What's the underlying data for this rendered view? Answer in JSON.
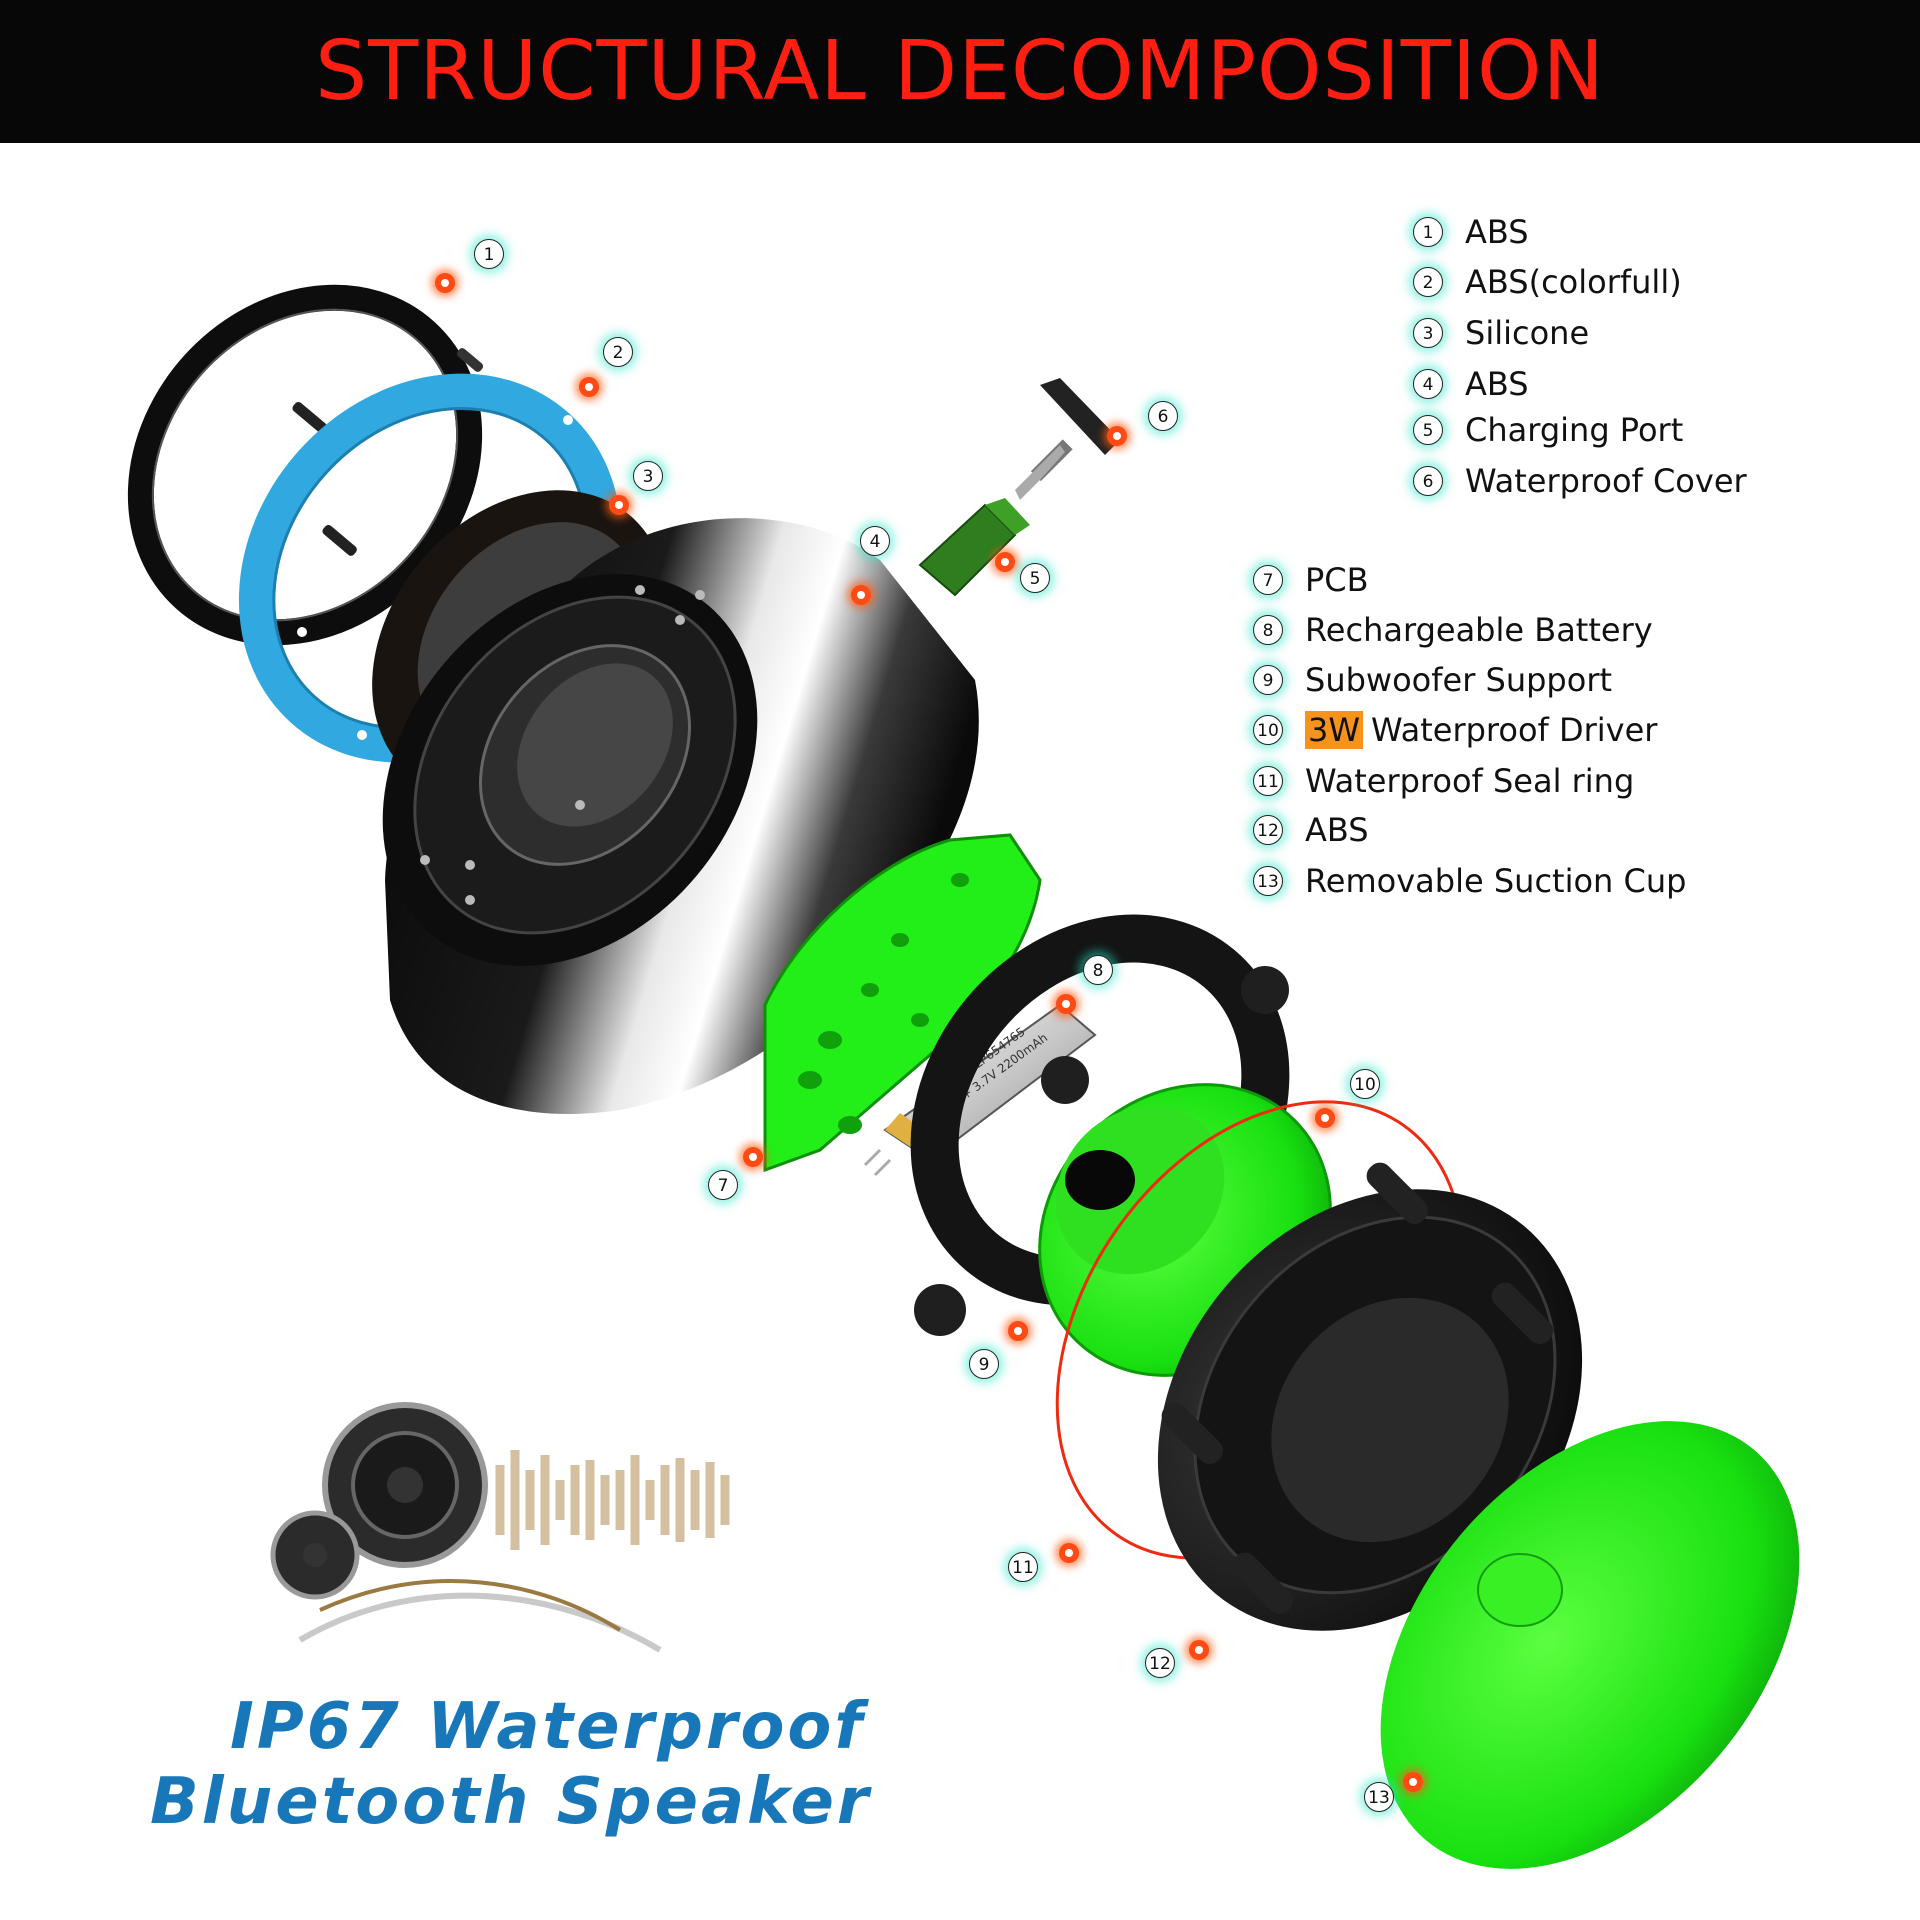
{
  "title": "STRUCTURAL DECOMPOSITION",
  "colors": {
    "title_red": "#ff1f12",
    "part_green": "#22ee18",
    "part_blue": "#31a8df",
    "body_black": "#111111",
    "callout_glow": "#28e6c8",
    "marker_orange": "#ff4a14",
    "highlight_orange": "#f7931d",
    "tagline_blue": "#1877b8"
  },
  "callouts": [
    "1",
    "2",
    "3",
    "4",
    "5",
    "6",
    "7",
    "8",
    "9",
    "10",
    "11",
    "12",
    "13"
  ],
  "legend_group_1": [
    {
      "num": "1",
      "label": "ABS"
    },
    {
      "num": "2",
      "label": "ABS(colorfull)"
    },
    {
      "num": "3",
      "label": "Silicone"
    },
    {
      "num": "4",
      "label": "ABS"
    },
    {
      "num": "5",
      "label": "Charging Port"
    },
    {
      "num": "6",
      "label": "Waterproof Cover"
    }
  ],
  "legend_group_2": [
    {
      "num": "7",
      "label": "PCB"
    },
    {
      "num": "8",
      "label": "Rechargeable Battery"
    },
    {
      "num": "9",
      "label": "Subwoofer Support"
    },
    {
      "num": "10",
      "highlight": "3W",
      "label": "Waterproof Driver"
    },
    {
      "num": "11",
      "label": "Waterproof Seal ring"
    },
    {
      "num": "12",
      "label": "ABS"
    },
    {
      "num": "13",
      "label": "Removable Suction Cup"
    }
  ],
  "battery_text": [
    "BFN  LP654765",
    "+ 3.7V 2200mAh"
  ],
  "tagline": {
    "line1": "IP67 Waterproof",
    "line2": "Bluetooth Speaker"
  }
}
